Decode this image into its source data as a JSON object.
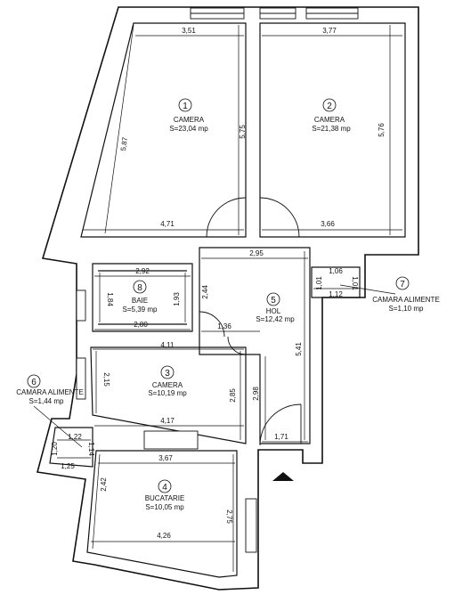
{
  "rooms": [
    {
      "number": "1",
      "name": "CAMERA",
      "area": "S=23,04 mp"
    },
    {
      "number": "2",
      "name": "CAMERA",
      "area": "S=21,38 mp"
    },
    {
      "number": "3",
      "name": "CAMERA",
      "area": "S=10,19 mp"
    },
    {
      "number": "4",
      "name": "BUCATARIE",
      "area": "S=10,05 mp"
    },
    {
      "number": "5",
      "name": "HOL",
      "area": "S=12,42 mp"
    },
    {
      "number": "6",
      "name": "CAMARA ALIMENTE",
      "area": "S=1,44 mp"
    },
    {
      "number": "7",
      "name": "CAMARA ALIMENTE",
      "area": "S=1,10 mp"
    },
    {
      "number": "8",
      "name": "BAIE",
      "area": "S=5,39 mp"
    }
  ],
  "dimensions": {
    "r1_top": "3,51",
    "r2_top": "3,77",
    "r1_left": "5,87",
    "r1_right": "5,75",
    "r2_right": "5,76",
    "r1_bottom": "4,71",
    "r2_bottom": "3,66",
    "hol_top": "2,95",
    "baie_top": "2,92",
    "baie_left": "1,84",
    "baie_right": "1,93",
    "baie_door": "2,44",
    "baie_bottom": "2,80",
    "hol_mid": "1,36",
    "hol_right": "5,41",
    "c7_top": "1,06",
    "c7_left": "1,01",
    "c7_right": "1,01",
    "c7_bottom": "1,12",
    "r3_top": "4,11",
    "r3_left": "2,15",
    "r3_right": "2,85",
    "hol_low": "2,98",
    "r3_bottom": "4,17",
    "hol_bottom": "1,71",
    "c6_top": "1,22",
    "c6_left": "1,20",
    "c6_right": "1,14",
    "c6_bottom": "1,25",
    "r4_top": "3,67",
    "r4_left": "2,42",
    "r4_right": "2,75",
    "r4_bottom": "4,26"
  }
}
